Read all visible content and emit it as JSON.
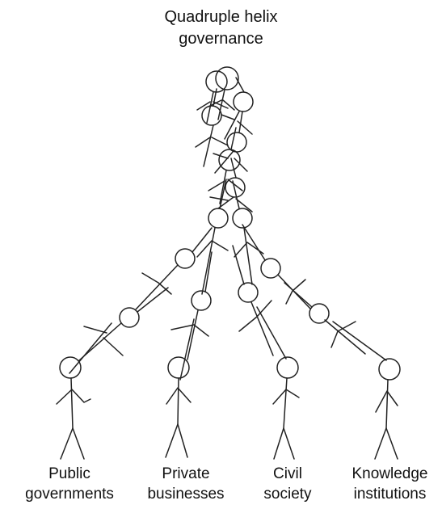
{
  "title": {
    "line1": "Quadruple helix",
    "line2": "governance"
  },
  "groups": [
    {
      "line1": "Public",
      "line2": "governments"
    },
    {
      "line1": "Private",
      "line2": "businesses"
    },
    {
      "line1": "Civil",
      "line2": "society"
    },
    {
      "line1": "Knowledge",
      "line2": "institutions"
    }
  ],
  "colors": {
    "stroke": "#222222",
    "background": "#ffffff"
  }
}
